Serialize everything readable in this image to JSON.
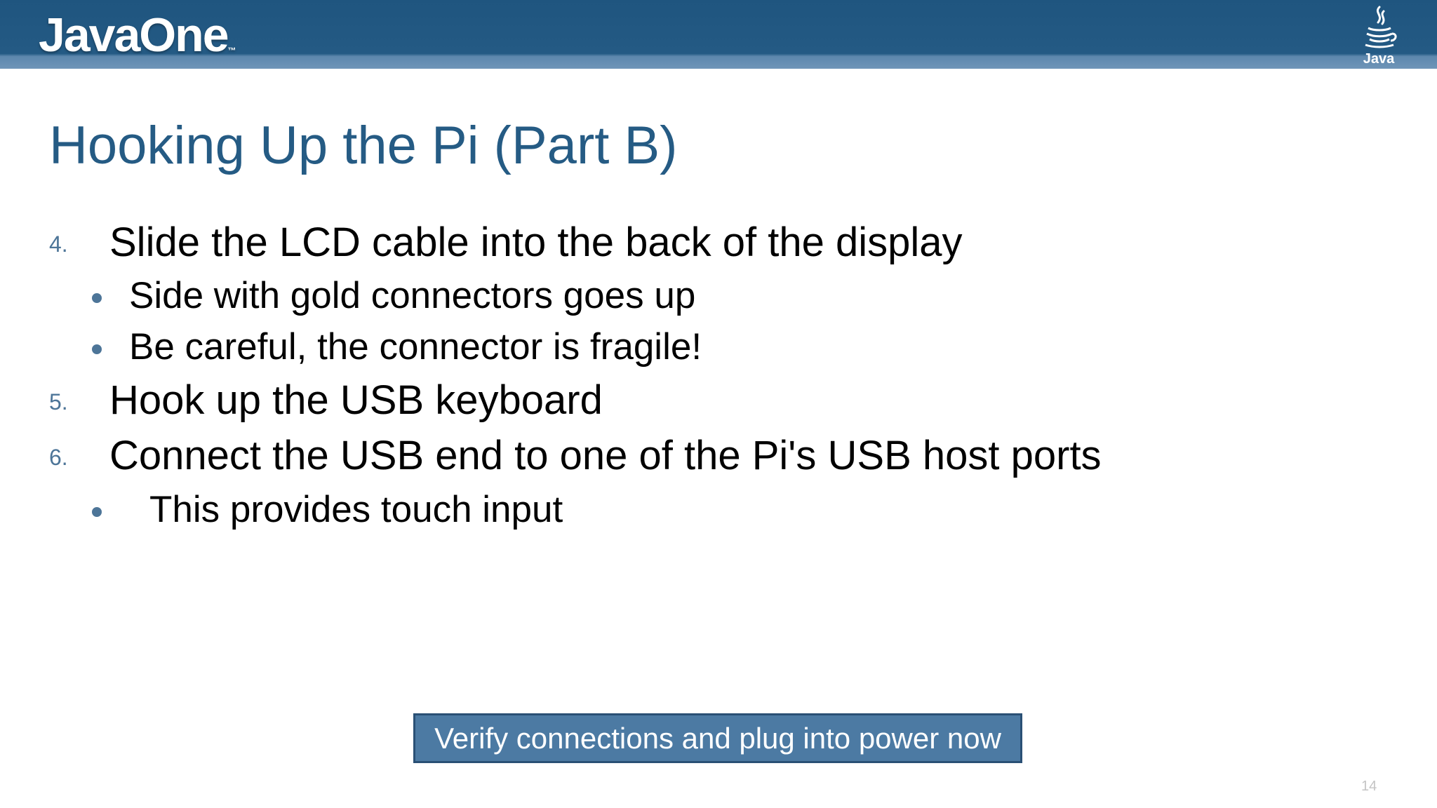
{
  "header": {
    "brand": "JavaOne",
    "brand_mark": "™",
    "java_logo_text": "Java",
    "colors": {
      "bar": "#245a84",
      "accent": "#6f95b8"
    }
  },
  "slide": {
    "title": "Hooking Up the Pi (Part B)",
    "items": [
      {
        "number": "4.",
        "text": "Slide the LCD cable into the back of the display",
        "subitems": [
          "Side with gold connectors goes up",
          "Be careful, the connector is fragile!"
        ]
      },
      {
        "number": "5.",
        "text": "Hook up the USB keyboard",
        "subitems": []
      },
      {
        "number": "6.",
        "text": "Connect the USB end to one of the Pi's USB host ports",
        "subitems": [
          "This provides touch input"
        ]
      }
    ],
    "callout": "Verify connections and plug into power now",
    "page_number": "14"
  }
}
